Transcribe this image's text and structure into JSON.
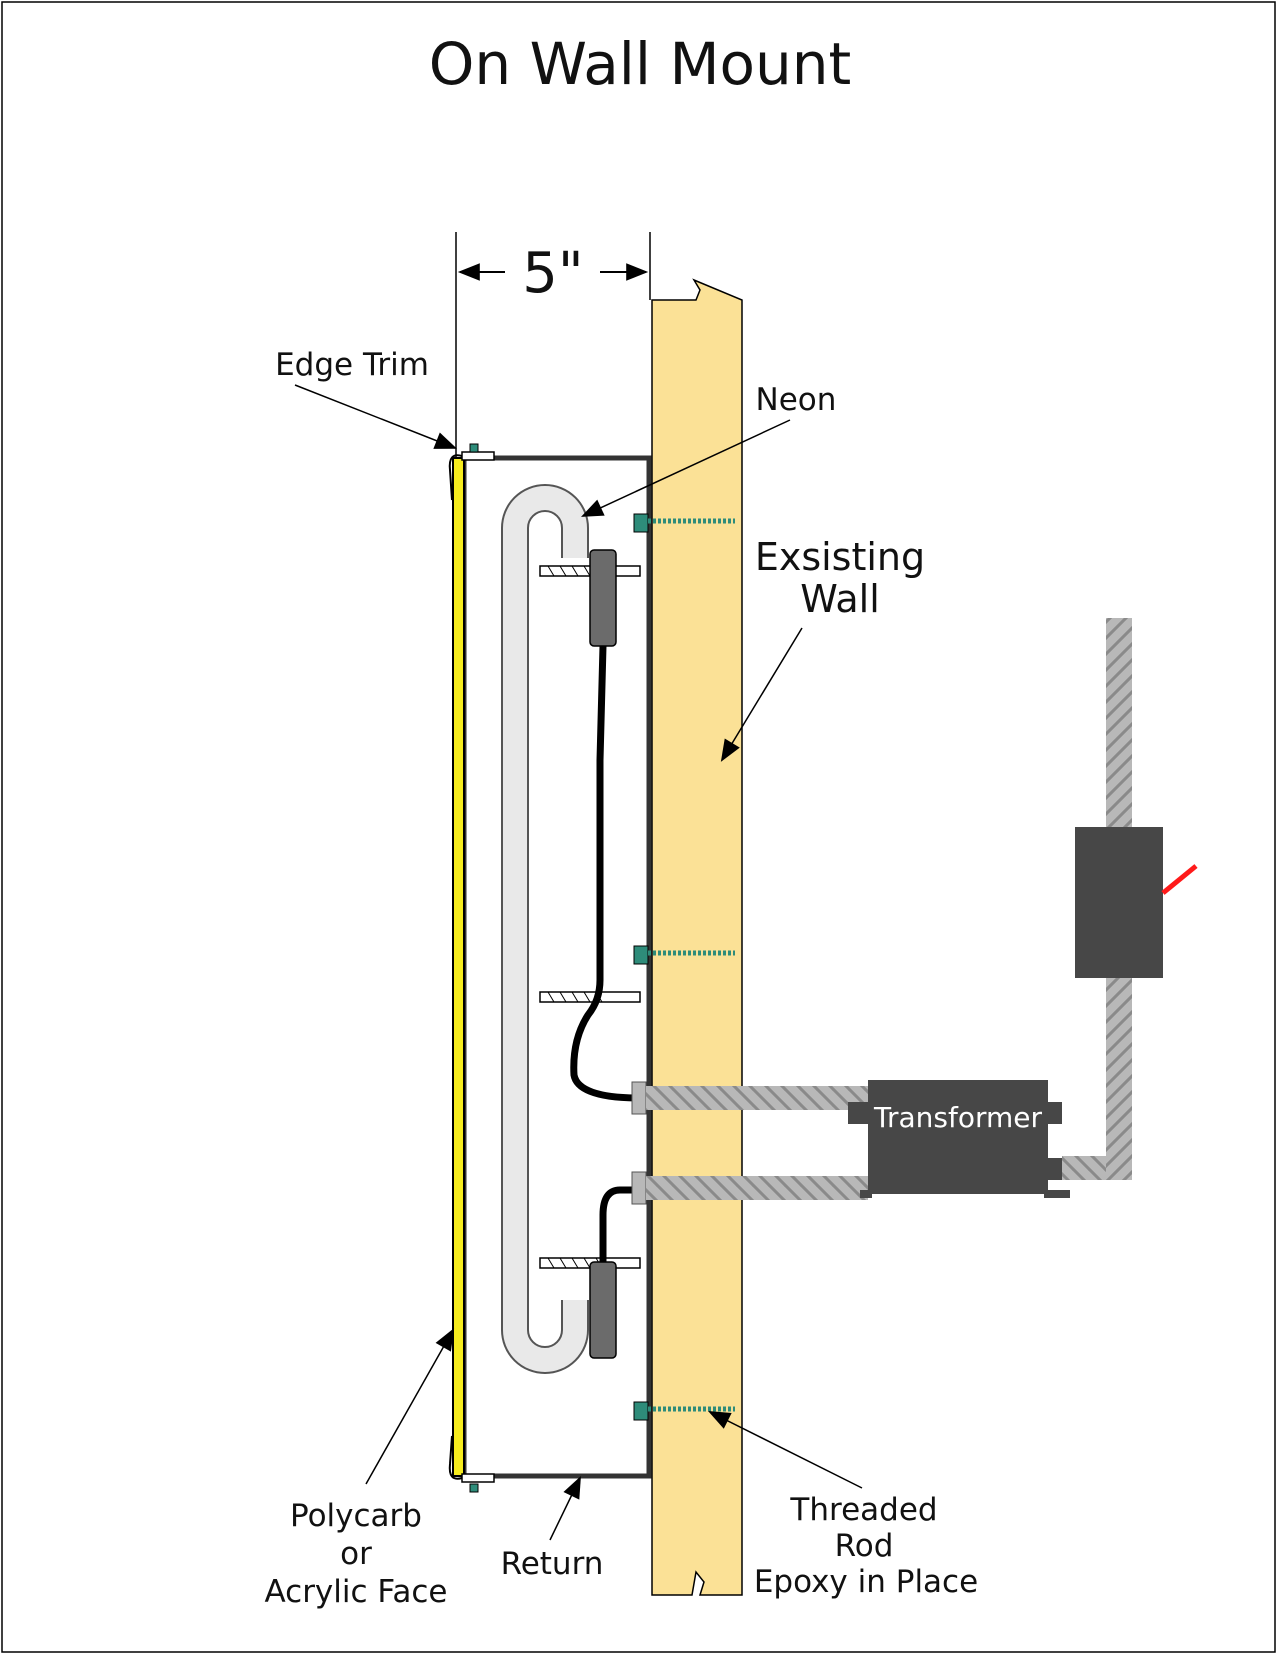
{
  "title": "On Wall Mount",
  "dimension": "5\"",
  "labels": {
    "edge_trim": "Edge Trim",
    "neon": "Neon",
    "existing_wall": [
      "Exsisting",
      "Wall"
    ],
    "transformer": "Transformer",
    "face": [
      "Polycarb",
      "or",
      "Acrylic Face"
    ],
    "return": "Return",
    "threaded_rod": [
      "Threaded",
      "Rod",
      "Epoxy in Place"
    ]
  },
  "colors": {
    "wall": "#fbe196",
    "face": "#f6ec1e",
    "tube": "#e9e9e9",
    "electrode": "#6b6b6b",
    "transformer": "#474747",
    "conduit": "#b5b5b5",
    "rod": "#2e8c7a",
    "red_wire": "#ff1a1a"
  }
}
